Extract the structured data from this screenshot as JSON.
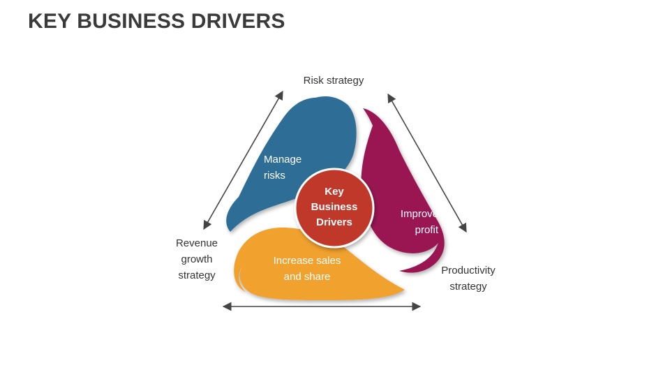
{
  "title": "KEY BUSINESS DRIVERS",
  "center": {
    "lines": [
      "Key",
      "Business",
      "Drivers"
    ]
  },
  "petals": [
    {
      "id": "manage-risks",
      "lines": [
        "Manage",
        "risks"
      ]
    },
    {
      "id": "improve-profit",
      "lines": [
        "Improve",
        "profit"
      ]
    },
    {
      "id": "increase-sales",
      "lines": [
        "Increase sales",
        "and share"
      ]
    }
  ],
  "outer_labels": [
    {
      "id": "risk-strategy",
      "lines": [
        "Risk strategy"
      ]
    },
    {
      "id": "productivity-strategy",
      "lines": [
        "Productivity",
        "strategy"
      ]
    },
    {
      "id": "revenue-growth-strategy",
      "lines": [
        "Revenue",
        "growth",
        "strategy"
      ]
    }
  ],
  "colors": {
    "blue": "#2f6e96",
    "magenta": "#9a1852",
    "orange": "#f0a12e",
    "center": "#c0392b",
    "arrow": "#444444",
    "title": "#3a3a3a"
  }
}
